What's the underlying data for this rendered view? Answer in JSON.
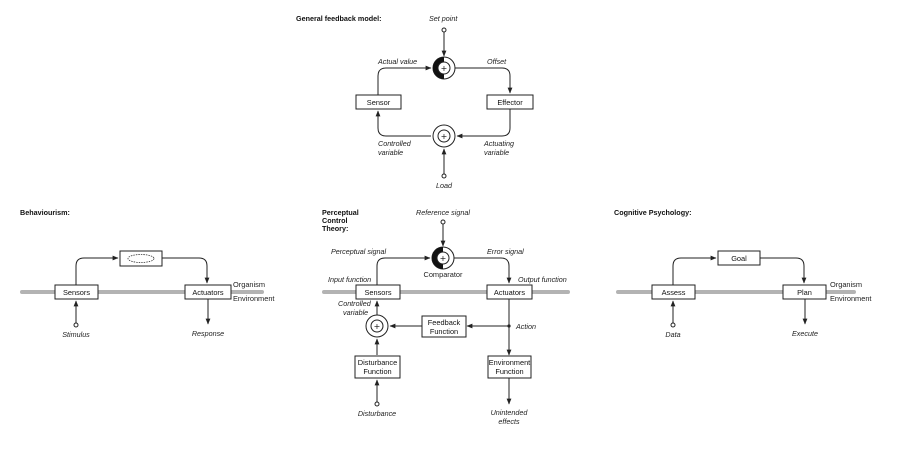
{
  "general": {
    "title": "General feedback model:",
    "set_point": "Set point",
    "actual_value": "Actual value",
    "offset": "Offset",
    "sensor": "Sensor",
    "effector": "Effector",
    "controlled_variable": [
      "Controlled",
      "variable"
    ],
    "actuating_variable": [
      "Actuating",
      "variable"
    ],
    "load": "Load",
    "plus": "+"
  },
  "behaviourism": {
    "title": "Behaviourism:",
    "sensors": "Sensors",
    "actuators": "Actuators",
    "organism": "Organism",
    "environment": "Environment",
    "stimulus": "Stimulus",
    "response": "Response"
  },
  "pct": {
    "title": [
      "Perceptual",
      "Control",
      "Theory:"
    ],
    "reference_signal": "Reference signal",
    "perceptual_signal": "Perceptual signal",
    "error_signal": "Error signal",
    "comparator": "Comparator",
    "input_function": "Input function",
    "output_function": "Output function",
    "sensors": "Sensors",
    "actuators": "Actuators",
    "controlled_variable": [
      "Controlled",
      "variable"
    ],
    "feedback_function": [
      "Feedback",
      "Function"
    ],
    "action": "Action",
    "disturbance_function": [
      "Disturbance",
      "Function"
    ],
    "environment_function": [
      "Environment",
      "Function"
    ],
    "disturbance": "Disturbance",
    "unintended_effects": [
      "Unintended",
      "effects"
    ],
    "plus": "+"
  },
  "cognitive": {
    "title": "Cognitive Psychology:",
    "goal": "Goal",
    "assess": "Assess",
    "plan": "Plan",
    "organism": "Organism",
    "environment": "Environment",
    "data": "Data",
    "execute": "Execute"
  }
}
